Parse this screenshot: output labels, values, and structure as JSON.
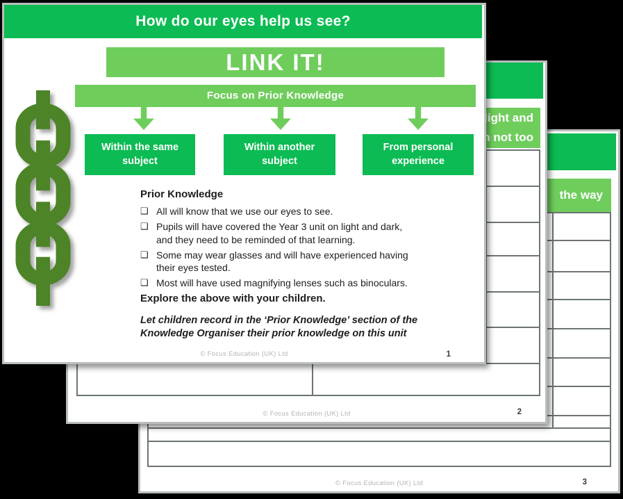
{
  "colors": {
    "background": "#000000",
    "slide_bg": "#ffffff",
    "slide_border": "#b9bdbd",
    "dark_green": "#0cbb53",
    "light_green": "#6fcd5c",
    "chain_green": "#4c8427",
    "table_line": "#6d7473",
    "footer_gray": "#b1b6b6",
    "text": "#1d1d1d"
  },
  "icons": {
    "chain": "vertical-chain-links",
    "arrow": "down-arrow",
    "bullet": "shadowed-square-checkbox"
  },
  "slide1": {
    "header_title": "How do our eyes help us see?",
    "banner": "LINK IT!",
    "subtitle_bar": "Focus on Prior Knowledge",
    "category_boxes": [
      "Within the same\nsubject",
      "Within another\nsubject",
      "From personal\nexperience"
    ],
    "body": {
      "heading": "Prior Knowledge",
      "bullet_char": "❑",
      "bullets": [
        "All will know that we use our eyes to see.",
        "Pupils will have covered the Year 3 unit on light and dark,\nand they need to be reminded of that learning.",
        "Some may wear glasses and will have experienced having\ntheir eyes tested.",
        "Most will have used magnifying lenses such as binoculars."
      ],
      "explore": "Explore the above with your children.",
      "note": "Let children record in the ‘Prior Knowledge’ section of the\nKnowledge Organiser their prior knowledge on this unit"
    },
    "footer": {
      "copyright": "© Focus Education (UK) Ltd",
      "page": "1"
    }
  },
  "slide2": {
    "visible_box_text": "light and\nn not too",
    "footer": {
      "copyright": "© Focus Education (UK) Ltd",
      "page": "2"
    }
  },
  "slide3": {
    "visible_box_text": "the way",
    "footer": {
      "copyright": "© Focus Education (UK) Ltd",
      "page": "3"
    }
  }
}
